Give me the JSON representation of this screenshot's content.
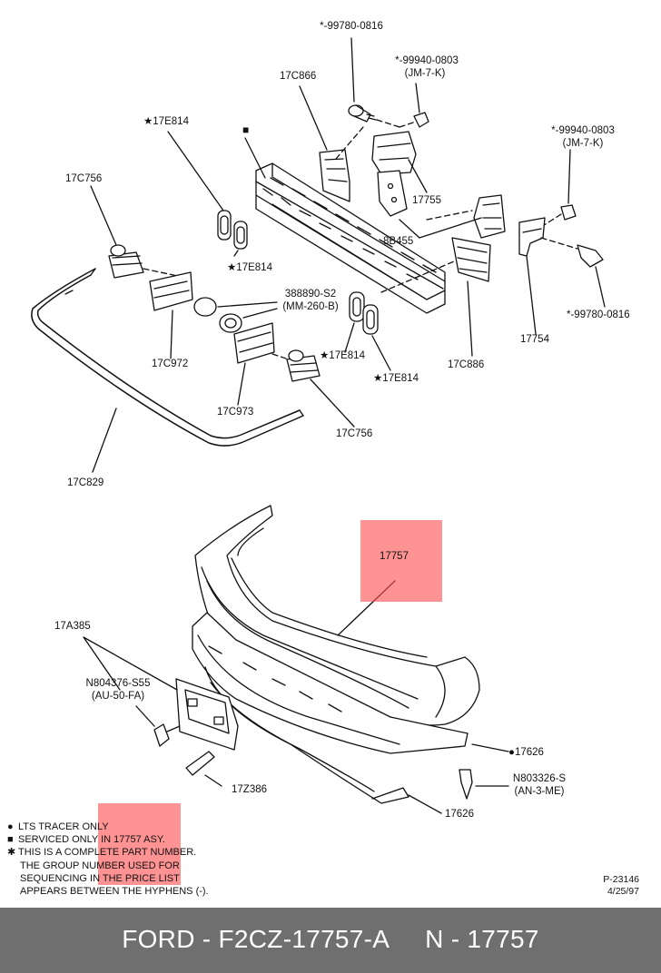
{
  "labels": {
    "p99780_top": "*-99780-0816",
    "p99940_top": "*-99940-0803",
    "p99940_top_sub": "(JM-7-K)",
    "p17c866": "17C866",
    "p17e814_a": "★17E814",
    "square_mark": "■",
    "p99940_right": "*-99940-0803",
    "p99940_right_sub": "(JM-7-K)",
    "p17c756_a": "17C756",
    "p17755": "17755",
    "p8b455": "8B455",
    "p17e814_b": "★17E814",
    "p388890": "388890-S2",
    "p388890_sub": "(MM-260-B)",
    "p99780_right": "*-99780-0816",
    "p17c972": "17C972",
    "p17754": "17754",
    "p17e814_c": "★17E814",
    "p17c886": "17C886",
    "p17e814_d": "★17E814",
    "p17c973": "17C973",
    "p17c756_b": "17C756",
    "p17c829": "17C829",
    "p17757": "17757",
    "p17a385": "17A385",
    "pn804376": "N804376-S55",
    "pn804376_sub": "(AU-50-FA)",
    "p17626_a": "●17626",
    "pn803326": "N803326-S",
    "pn803326_sub": "(AN-3-ME)",
    "p17z386": "17Z386",
    "p17626_b": "17626"
  },
  "legend": {
    "line1_sym": "●",
    "line1": "LTS TRACER ONLY",
    "line2_sym": "■",
    "line2": "SERVICED ONLY IN 17757 ASY.",
    "line3_sym": "✱",
    "line3": "THIS IS A COMPLETE PART NUMBER.",
    "line4": "THE GROUP NUMBER USED FOR",
    "line5": "SEQUENCING IN THE PRICE LIST",
    "line6": "APPEARS BETWEEN THE HYPHENS (-)."
  },
  "reference": {
    "code": "P-23146",
    "date": "4/25/97"
  },
  "footer": {
    "text": "FORD - F2CZ-17757-A     N - 17757"
  },
  "colors": {
    "highlight": "#ff5050",
    "footer_bg": "#6f6f6f",
    "footer_text": "#ffffff",
    "ink": "#111111"
  }
}
